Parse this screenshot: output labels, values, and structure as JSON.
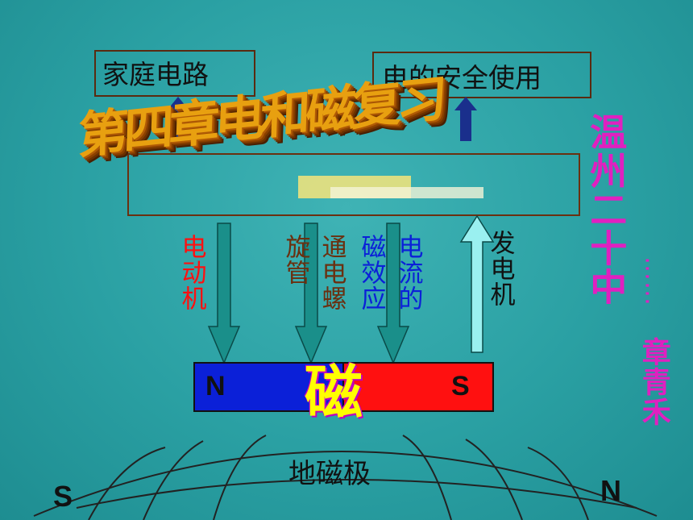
{
  "top_boxes": {
    "left": "家庭电路",
    "right": "电的安全使用"
  },
  "title": "第四章电和磁复习",
  "right_side": {
    "school": "温州二十中",
    "dashes": "……",
    "author": "章青禾"
  },
  "arrows": {
    "motor": "电动机",
    "solenoid_a": "旋管",
    "solenoid_b": "通电螺",
    "magnetic_effect_a": "磁效应",
    "magnetic_effect_b": "电流的",
    "generator": "发电机"
  },
  "magnet": {
    "n_label": "N",
    "s_label": "S",
    "center_text": "磁",
    "north_color": "#0b20d8",
    "south_color": "#ff1010"
  },
  "earth": {
    "label": "地磁极",
    "s_label": "S",
    "n_label": "N"
  }
}
